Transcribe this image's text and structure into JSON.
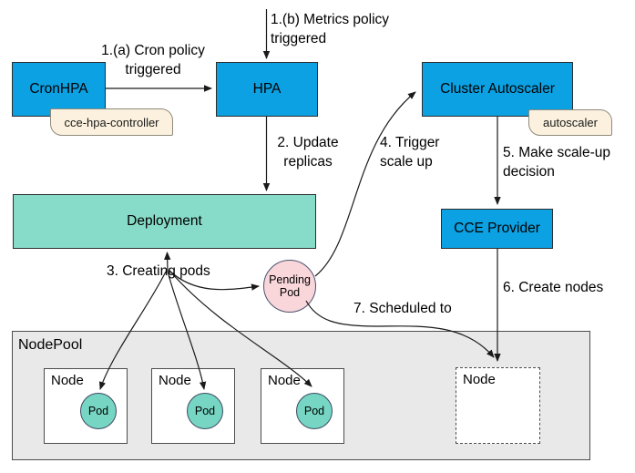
{
  "components": {
    "cronhpa": "CronHPA",
    "hpa": "HPA",
    "cluster_autoscaler": "Cluster Autoscaler",
    "deployment": "Deployment",
    "cce_provider": "CCE Provider",
    "pending_pod": "Pending\nPod"
  },
  "tags": {
    "cce_hpa_controller": "cce-hpa-controller",
    "autoscaler": "autoscaler"
  },
  "steps": {
    "step1a": "1.(a) Cron policy\ntriggered",
    "step1b": "1.(b) Metrics policy\ntriggered",
    "step2": "2. Update\nreplicas",
    "step3": "3. Creating pods",
    "step4": "4. Trigger\nscale up",
    "step5": "5. Make scale-up\ndecision",
    "step6": "6. Create nodes",
    "step7": "7. Scheduled to"
  },
  "nodepool": {
    "label": "NodePool",
    "nodes": [
      {
        "label": "Node",
        "pod": "Pod",
        "dashed": false
      },
      {
        "label": "Node",
        "pod": "Pod",
        "dashed": false
      },
      {
        "label": "Node",
        "pod": "Pod",
        "dashed": false
      },
      {
        "label": "Node",
        "pod": "",
        "dashed": true
      }
    ]
  },
  "colors": {
    "component_blue": "#0ba1e2",
    "deployment_teal": "#87dcc9",
    "pod_teal": "#76d6c3",
    "pending_pod_pink": "#f9d6da",
    "tag_cream": "#fbf1de",
    "nodepool_gray": "#e9e9e9",
    "arrow_black": "#1a1a1a"
  }
}
